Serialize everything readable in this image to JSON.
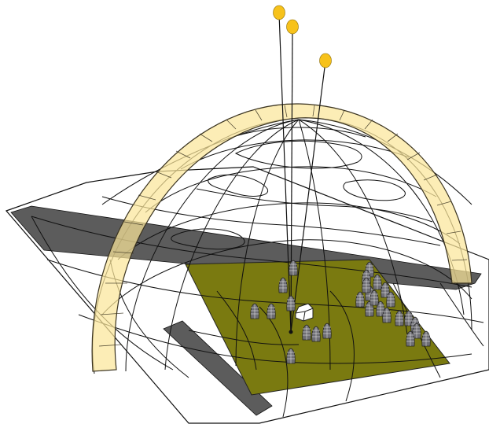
{
  "colors": {
    "background": "#ffffff",
    "wire": "#111111",
    "band_fill": "#fbe69a",
    "band_stroke": "#3a3320",
    "ground_plane": "#7a7a10",
    "road": "#5c5c5c",
    "sun_marker": "#f7c21b",
    "figure": "#6e6e74",
    "building": "#ffffff"
  },
  "scene": {
    "sun_markers": 3,
    "figures": 27,
    "buildings": 1
  }
}
